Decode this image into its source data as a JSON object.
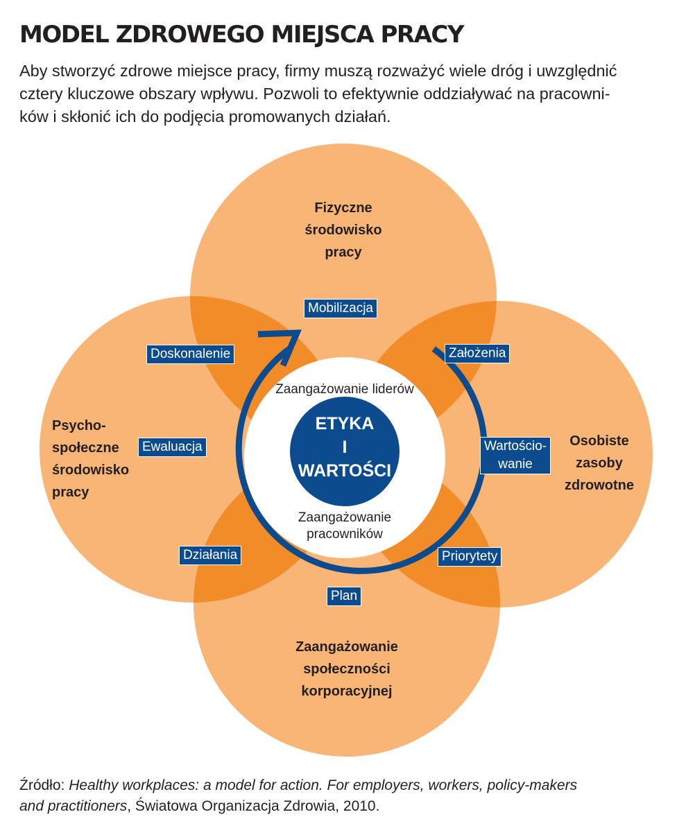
{
  "title": "MODEL ZDROWEGO MIEJSCA PRACY",
  "intro_lines": [
    "Aby stworzyć zdrowe miejsce pracy, firmy muszą rozważyć wiele dróg i uwzględnić",
    "cztery kluczowe obszary wpływu. Pozwoli to efektywnie oddziaływać na pracowni-",
    "ków i skłonić ich do podjęcia promowanych działań."
  ],
  "colors": {
    "circle_fill": "#f9b575",
    "overlap_fill": "#f28c28",
    "cycle_blue": "#0c4b8e",
    "text": "#231f20",
    "white": "#ffffff"
  },
  "areas": {
    "top": [
      "Fizyczne",
      "środowisko",
      "pracy"
    ],
    "right": [
      "Osobiste",
      "zasoby",
      "zdrowotne"
    ],
    "bottom": [
      "Zaangażowanie",
      "społeczności",
      "korporacyjnej"
    ],
    "left": [
      "Psycho-",
      "społeczne",
      "środowisko",
      "pracy"
    ]
  },
  "cycle_stages": {
    "mobilizacja": "Mobilizacja",
    "zalozenia": "Założenia",
    "wartosciowanie": [
      "Wartościo-",
      "wanie"
    ],
    "priorytety": "Priorytety",
    "plan": "Plan",
    "dzialania": "Działania",
    "ewaluacja": "Ewaluacja",
    "doskonalenie": "Doskonalenie"
  },
  "inner": {
    "leaders": "Zaangażowanie liderów",
    "workers": [
      "Zaangażowanie",
      "pracowników"
    ]
  },
  "core": [
    "ETYKA",
    "I",
    "WARTOŚCI"
  ],
  "source": {
    "prefix": "Źródło: ",
    "italic_line1": "Healthy workplaces: a model for action. For employers, workers, policy-makers",
    "italic_line2": "and practitioners",
    "suffix": ", Światowa Organizacja Zdrowia, 2010."
  }
}
